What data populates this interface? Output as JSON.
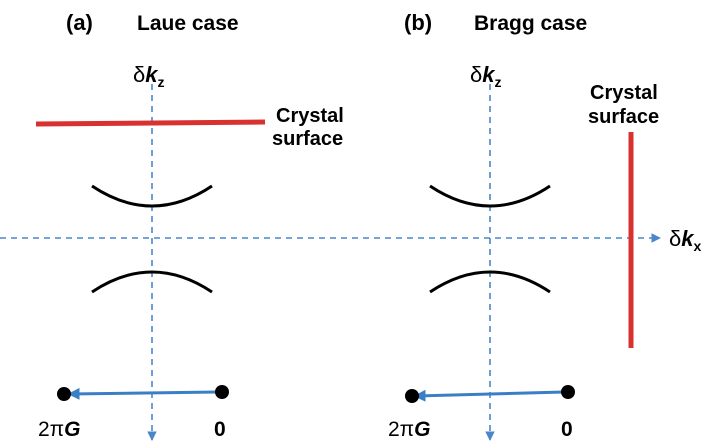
{
  "colors": {
    "axis": "#4a86c8",
    "surface": "#d8312f",
    "curve": "#000000",
    "arrow": "#3a7fc4",
    "point": "#000000"
  },
  "panels": {
    "a": {
      "tag": "(a)",
      "title": "Laue case",
      "kz_delta": "δ",
      "kz_k": "k",
      "kz_sub": "z",
      "surface_line1": "Crystal",
      "surface_line2": "surface",
      "g_prefix": "2π",
      "g_symbol": "G",
      "origin_label": "0"
    },
    "b": {
      "tag": "(b)",
      "title": "Bragg case",
      "kz_delta": "δ",
      "kz_k": "k",
      "kz_sub": "z",
      "surface_line1": "Crystal",
      "surface_line2": "surface",
      "g_prefix": "2π",
      "g_symbol": "G",
      "origin_label": "0"
    }
  },
  "kx_axis": {
    "delta": "δ",
    "k": "k",
    "sub": "x"
  }
}
